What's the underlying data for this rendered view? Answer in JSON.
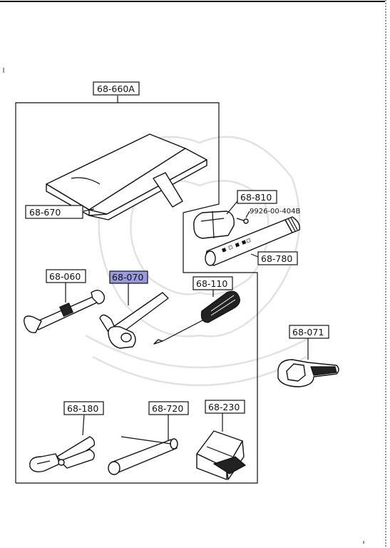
{
  "diagram": {
    "highlight_color": "#9999dd",
    "group_label": "68-660A",
    "parts": [
      {
        "id": "tool-bag",
        "label": "68-670"
      },
      {
        "id": "clip",
        "label": "68-810"
      },
      {
        "id": "screw",
        "label": "9926-00-404B"
      },
      {
        "id": "grease-tube",
        "label": "68-780"
      },
      {
        "id": "double-end-wrench",
        "label": "68-060"
      },
      {
        "id": "l-wrench",
        "label": "68-070",
        "highlighted": true
      },
      {
        "id": "screwdriver",
        "label": "68-110"
      },
      {
        "id": "ring-wrench",
        "label": "68-071"
      },
      {
        "id": "pliers",
        "label": "68-180"
      },
      {
        "id": "box-wrench",
        "label": "68-720"
      },
      {
        "id": "wheel-chock",
        "label": "68-230"
      }
    ]
  }
}
